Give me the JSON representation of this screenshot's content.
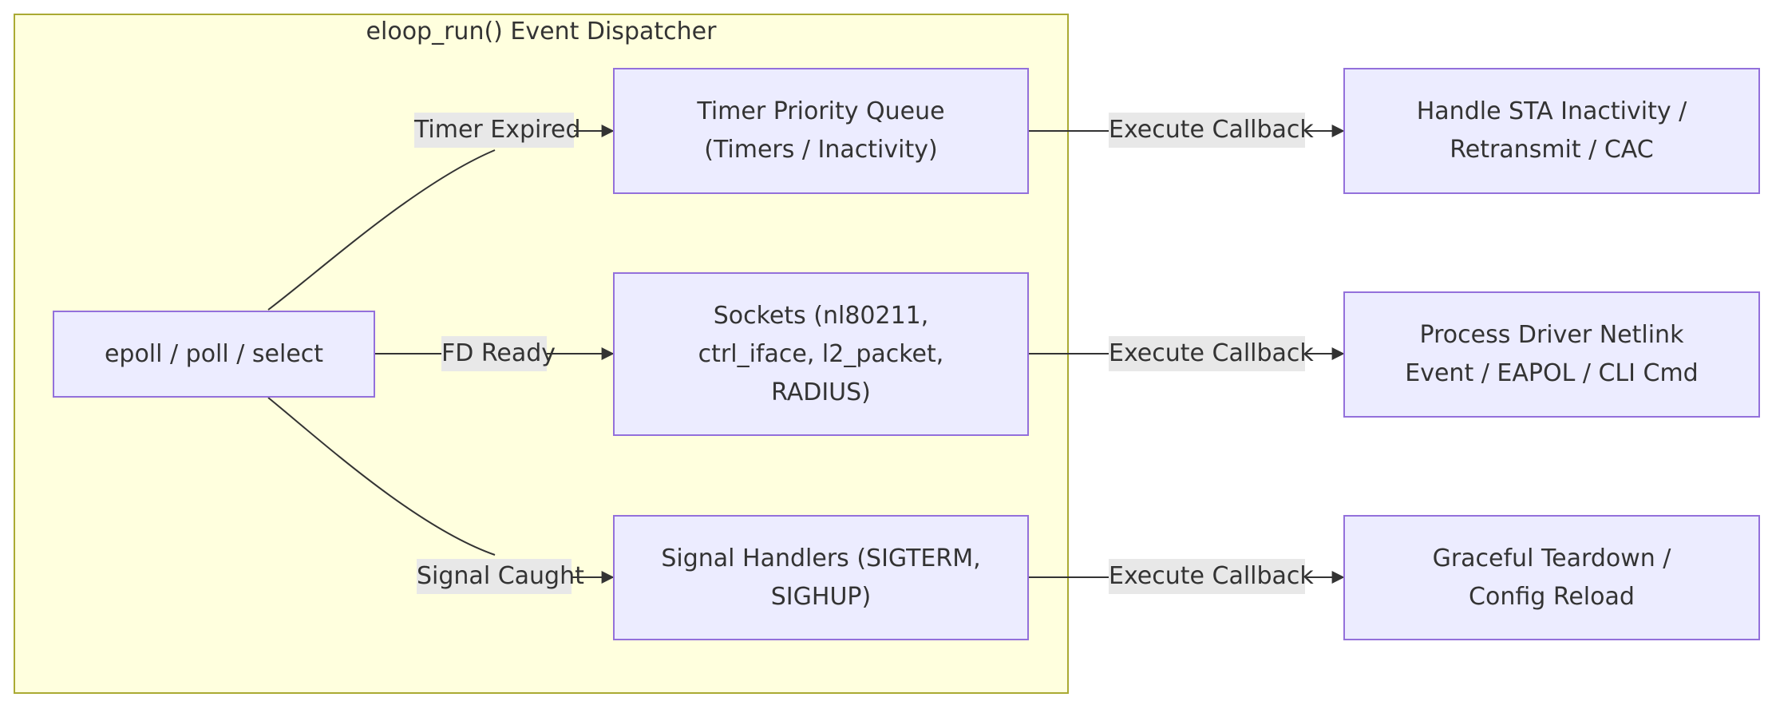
{
  "cluster": {
    "title": "eloop_run() Event Dispatcher"
  },
  "nodes": {
    "epoll": "epoll / poll / select",
    "timer_queue": "Timer Priority Queue\n(Timers / Inactivity)",
    "sockets": "Sockets (nl80211,\nctrl_iface, l2_packet,\nRADIUS)",
    "signals": "Signal Handlers (SIGTERM,\nSIGHUP)",
    "handle_sta": "Handle STA Inactivity /\nRetransmit / CAC",
    "process_driver": "Process Driver Netlink\nEvent / EAPOL / CLI Cmd",
    "graceful": "Graceful Teardown /\nConfig Reload"
  },
  "edges": {
    "timer_expired": "Timer Expired",
    "fd_ready": "FD Ready",
    "signal_caught": "Signal Caught",
    "exec_1": "Execute Callback",
    "exec_2": "Execute Callback",
    "exec_3": "Execute Callback"
  },
  "colors": {
    "cluster_fill": "#ffffde",
    "cluster_stroke": "#aaaa33",
    "node_fill": "#ececff",
    "node_stroke": "#9370db",
    "edge_line": "#333333",
    "edge_label_bg": "#e8e8e8"
  }
}
